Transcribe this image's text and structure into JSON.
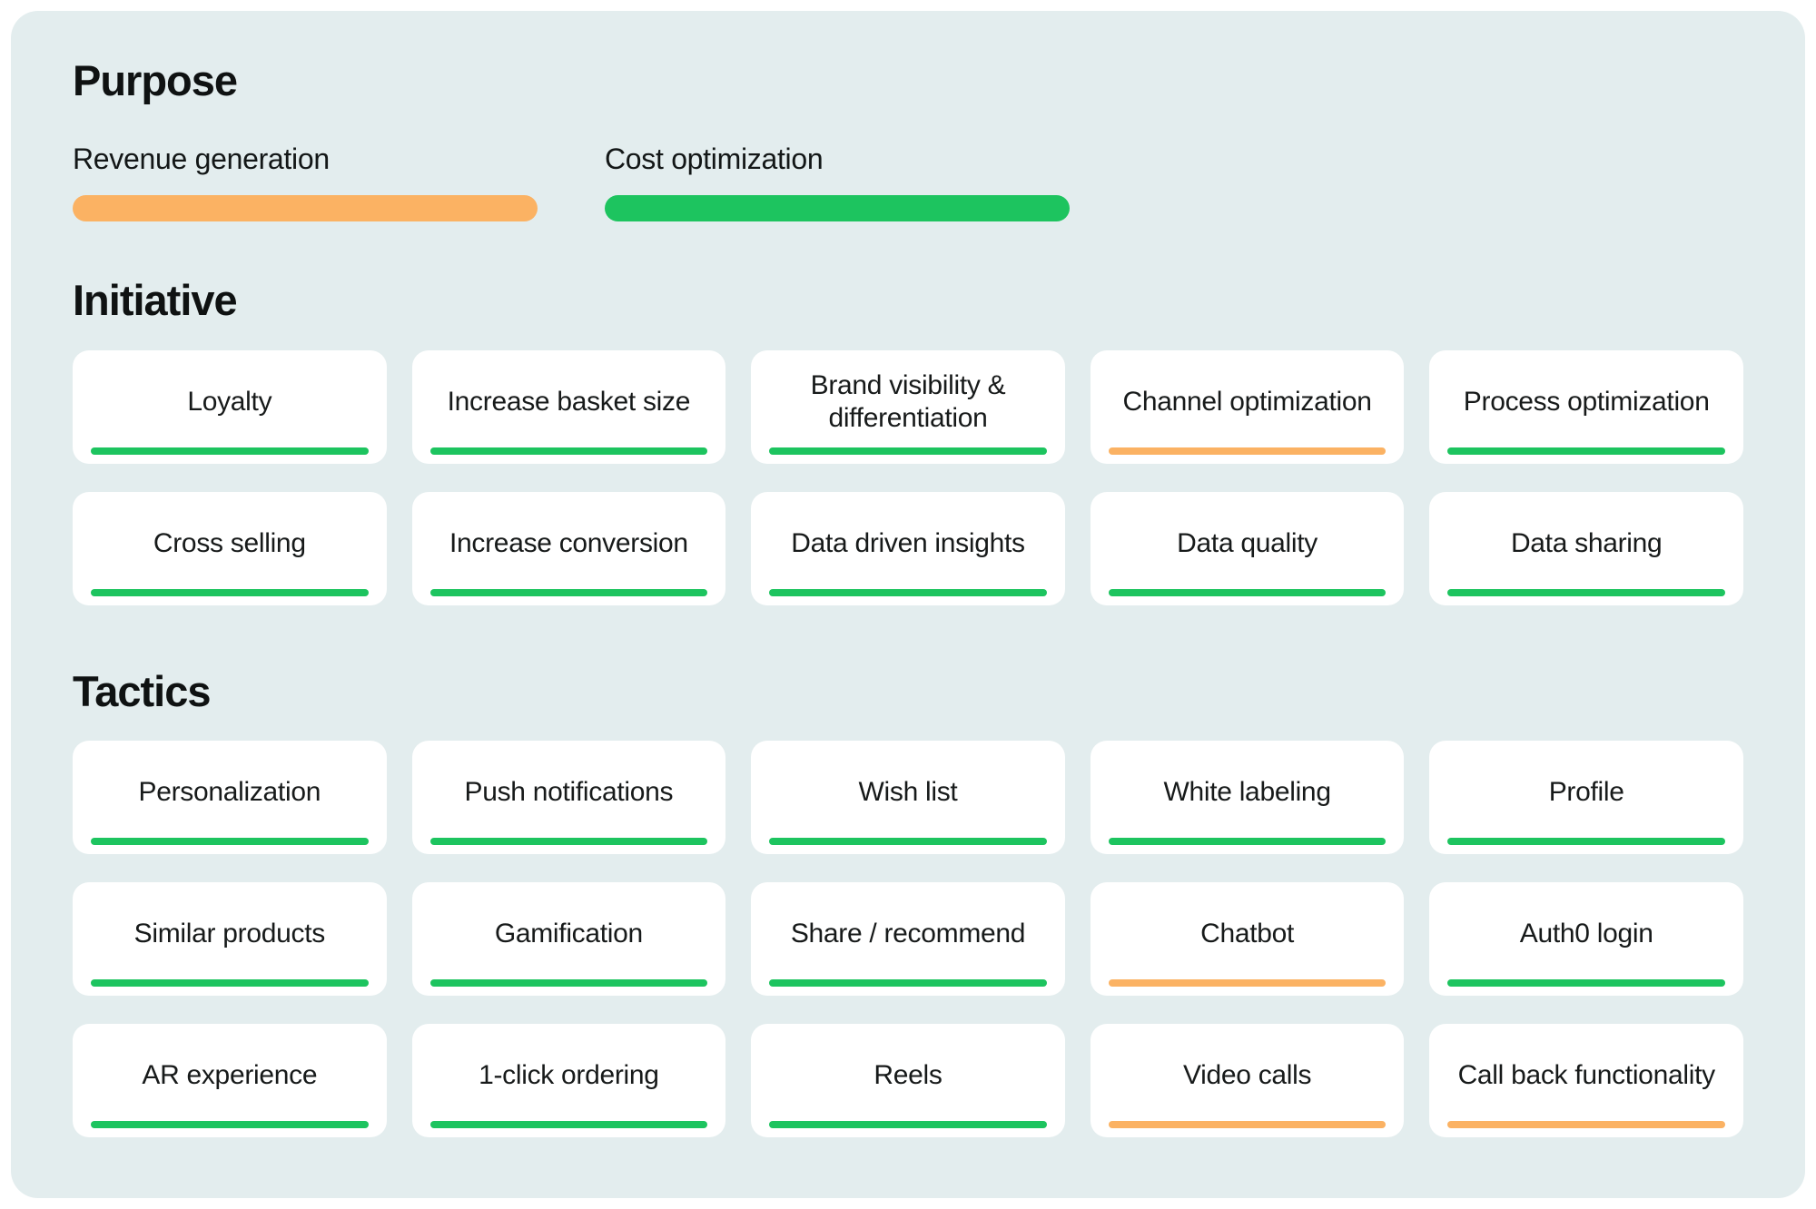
{
  "colors": {
    "revenue_generation": "#fbb263",
    "cost_optimization": "#1dc45f",
    "panel_background": "#e3edee",
    "card_background": "#ffffff",
    "text": "#151818"
  },
  "purpose": {
    "title": "Purpose",
    "legend": [
      {
        "label": "Revenue generation",
        "purpose": "revenue_generation"
      },
      {
        "label": "Cost optimization",
        "purpose": "cost_optimization"
      }
    ]
  },
  "sections": [
    {
      "id": "initiative",
      "title": "Initiative",
      "cards": [
        {
          "label": "Loyalty",
          "purpose": "cost_optimization"
        },
        {
          "label": "Increase basket size",
          "purpose": "cost_optimization"
        },
        {
          "label": "Brand visibility & differentiation",
          "purpose": "cost_optimization"
        },
        {
          "label": "Channel optimization",
          "purpose": "revenue_generation"
        },
        {
          "label": "Process optimization",
          "purpose": "cost_optimization"
        },
        {
          "label": "Cross selling",
          "purpose": "cost_optimization"
        },
        {
          "label": "Increase conversion",
          "purpose": "cost_optimization"
        },
        {
          "label": "Data driven insights",
          "purpose": "cost_optimization"
        },
        {
          "label": "Data quality",
          "purpose": "cost_optimization"
        },
        {
          "label": "Data sharing",
          "purpose": "cost_optimization"
        }
      ]
    },
    {
      "id": "tactics",
      "title": "Tactics",
      "cards": [
        {
          "label": "Personalization",
          "purpose": "cost_optimization"
        },
        {
          "label": "Push notifications",
          "purpose": "cost_optimization"
        },
        {
          "label": "Wish list",
          "purpose": "cost_optimization"
        },
        {
          "label": "White labeling",
          "purpose": "cost_optimization"
        },
        {
          "label": "Profile",
          "purpose": "cost_optimization"
        },
        {
          "label": "Similar products",
          "purpose": "cost_optimization"
        },
        {
          "label": "Gamification",
          "purpose": "cost_optimization"
        },
        {
          "label": "Share / recommend",
          "purpose": "cost_optimization"
        },
        {
          "label": "Chatbot",
          "purpose": "revenue_generation"
        },
        {
          "label": "Auth0 login",
          "purpose": "cost_optimization"
        },
        {
          "label": "AR experience",
          "purpose": "cost_optimization"
        },
        {
          "label": "1-click ordering",
          "purpose": "cost_optimization"
        },
        {
          "label": "Reels",
          "purpose": "cost_optimization"
        },
        {
          "label": "Video calls",
          "purpose": "revenue_generation"
        },
        {
          "label": "Call back functionality",
          "purpose": "revenue_generation"
        }
      ]
    }
  ]
}
